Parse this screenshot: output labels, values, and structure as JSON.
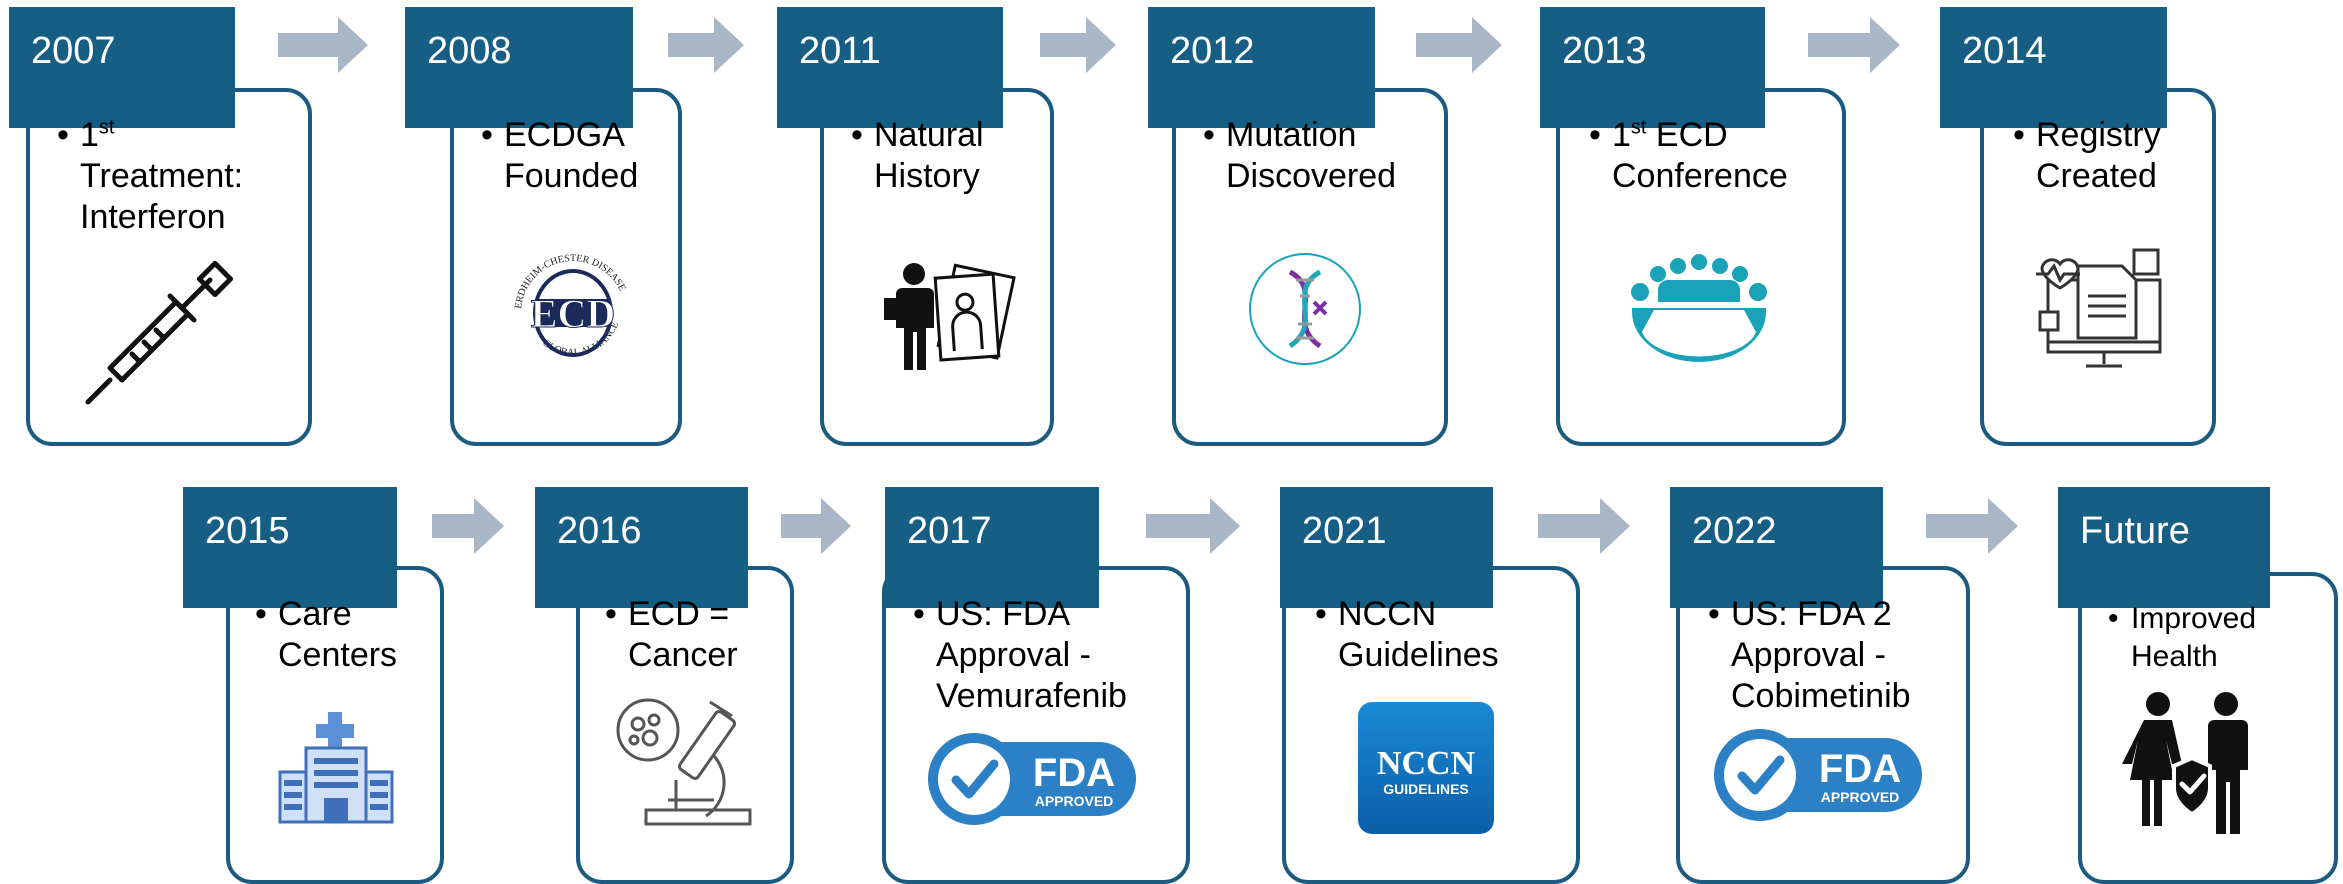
{
  "colors": {
    "tab": "#175e85",
    "card_border": "#1c5a7f",
    "arrow": "#a8b6c6",
    "teal_icon": "#1aa3b8"
  },
  "row1": [
    {
      "year": "2007",
      "lines": [
        "1",
        "Treatment:",
        "Interferon"
      ],
      "sup": "st",
      "icon": "syringe-icon"
    },
    {
      "year": "2008",
      "lines": [
        "ECDGA",
        "Founded"
      ],
      "icon": "ecdga-logo",
      "logo_text_top": "ERDHEIM-CHESTER DISEASE",
      "logo_text_bottom": "GLOBAL ALLIANCE",
      "logo_mark": "ECD"
    },
    {
      "year": "2011",
      "lines": [
        "Natural",
        "History"
      ],
      "icon": "person-records-icon"
    },
    {
      "year": "2012",
      "lines": [
        "Mutation",
        "Discovered"
      ],
      "icon": "dna-icon"
    },
    {
      "year": "2013",
      "lines": [
        "1",
        " ECD",
        "Conference"
      ],
      "sup": "st",
      "icon": "conference-table-icon"
    },
    {
      "year": "2014",
      "lines": [
        "Registry",
        "Created"
      ],
      "icon": "registry-computer-icon"
    }
  ],
  "row2": [
    {
      "year": "2015",
      "lines": [
        "Care",
        "Centers"
      ],
      "icon": "hospital-icon"
    },
    {
      "year": "2016",
      "lines": [
        "ECD =",
        "Cancer"
      ],
      "icon": "microscope-icon"
    },
    {
      "year": "2017",
      "lines": [
        "US:  FDA",
        "Approval -",
        "Vemurafenib"
      ],
      "icon": "fda-approved-badge",
      "badge_text": "FDA",
      "badge_sub": "APPROVED"
    },
    {
      "year": "2021",
      "lines": [
        "NCCN",
        "Guidelines"
      ],
      "icon": "nccn-logo",
      "logo_text": "NCCN",
      "logo_sub": "GUIDELINES"
    },
    {
      "year": "2022",
      "lines": [
        "US:  FDA 2",
        "Approval -",
        "Cobimetinib"
      ],
      "icon": "fda-approved-badge",
      "badge_text": "FDA",
      "badge_sub": "APPROVED"
    },
    {
      "year": "Future",
      "lines": [
        "Improved",
        "Health"
      ],
      "icon": "family-shield-icon"
    }
  ]
}
